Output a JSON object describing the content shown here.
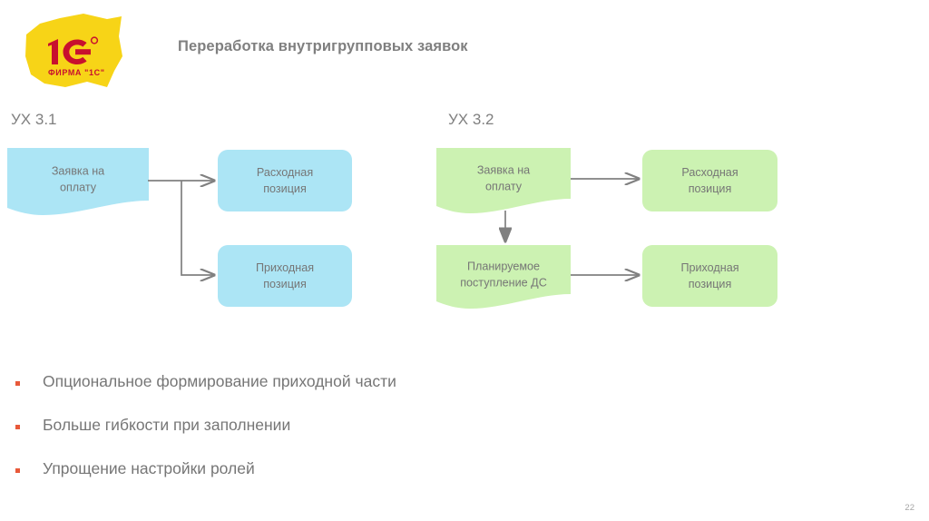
{
  "slide": {
    "title": "Переработка внутригрупповых заявок",
    "page_number": "22",
    "background_color": "#ffffff",
    "title_color": "#7f7f7f",
    "body_text_color": "#767676",
    "bullet_marker_color": "#e8593a",
    "connector_color": "#808080"
  },
  "logo": {
    "name": "1c-logo",
    "brand_mark": "1C",
    "caption": "ФИРМА \"1С\"",
    "registered_mark": "®",
    "shape_color": "#f7d417",
    "mark_color": "#c8102e"
  },
  "diagrams": [
    {
      "caption": "УХ 3.1",
      "accent_color": "#ace5f5",
      "nodes": [
        {
          "name": "zayavka-na-oplatu",
          "label": "Заявка на\nоплату",
          "shape": "document"
        },
        {
          "name": "rashodnaya-poziciya",
          "label": "Расходная\nпозиция",
          "shape": "rounded-rect"
        },
        {
          "name": "prihodnaya-poziciya",
          "label": "Приходная\nпозиция",
          "shape": "rounded-rect"
        }
      ],
      "connections": [
        {
          "from": "zayavka-na-oplatu",
          "to": "rashodnaya-poziciya",
          "style": "elbow-arrow"
        },
        {
          "from": "zayavka-na-oplatu",
          "to": "prihodnaya-poziciya",
          "style": "elbow-arrow"
        }
      ]
    },
    {
      "caption": "УХ 3.2",
      "accent_color": "#ccf2b2",
      "nodes": [
        {
          "name": "zayavka-na-oplatu",
          "label": "Заявка на\nоплату",
          "shape": "document"
        },
        {
          "name": "rashodnaya-poziciya",
          "label": "Расходная\nпозиция",
          "shape": "rounded-rect"
        },
        {
          "name": "planiruemoe-postuplenie-ds",
          "label": "Планируемое\nпоступление ДС",
          "shape": "document"
        },
        {
          "name": "prihodnaya-poziciya",
          "label": "Приходная\nпозиция",
          "shape": "rounded-rect"
        }
      ],
      "connections": [
        {
          "from": "zayavka-na-oplatu",
          "to": "rashodnaya-poziciya",
          "style": "straight-arrow"
        },
        {
          "from": "zayavka-na-oplatu",
          "to": "planiruemoe-postuplenie-ds",
          "style": "down-arrow"
        },
        {
          "from": "planiruemoe-postuplenie-ds",
          "to": "prihodnaya-poziciya",
          "style": "straight-arrow"
        }
      ]
    }
  ],
  "bullets": [
    "Опциональное формирование приходной части",
    "Больше гибкости при заполнении",
    "Упрощение настройки ролей"
  ]
}
